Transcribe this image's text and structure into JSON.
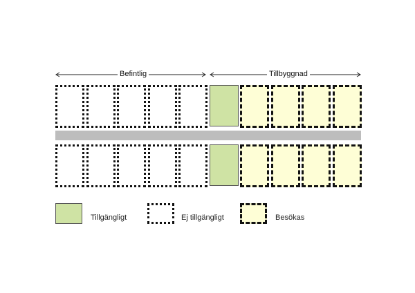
{
  "sections": {
    "existing_label": "Befintlig",
    "extension_label": "Tillbyggnad"
  },
  "rows": [
    {
      "boxes": [
        "unavailable",
        "unavailable",
        "unavailable",
        "unavailable",
        "unavailable",
        "available",
        "visited",
        "visited",
        "visited",
        "visited"
      ]
    },
    {
      "boxes": [
        "unavailable",
        "unavailable",
        "unavailable",
        "unavailable",
        "unavailable",
        "available",
        "visited",
        "visited",
        "visited",
        "visited"
      ]
    }
  ],
  "legend": {
    "available": "Tillgängligt",
    "unavailable": "Ej tillgängligt",
    "visited": "Besökas"
  },
  "colors": {
    "available": "#cfe3a4",
    "visited": "#fefed6",
    "corridor": "#bdbdbd"
  }
}
